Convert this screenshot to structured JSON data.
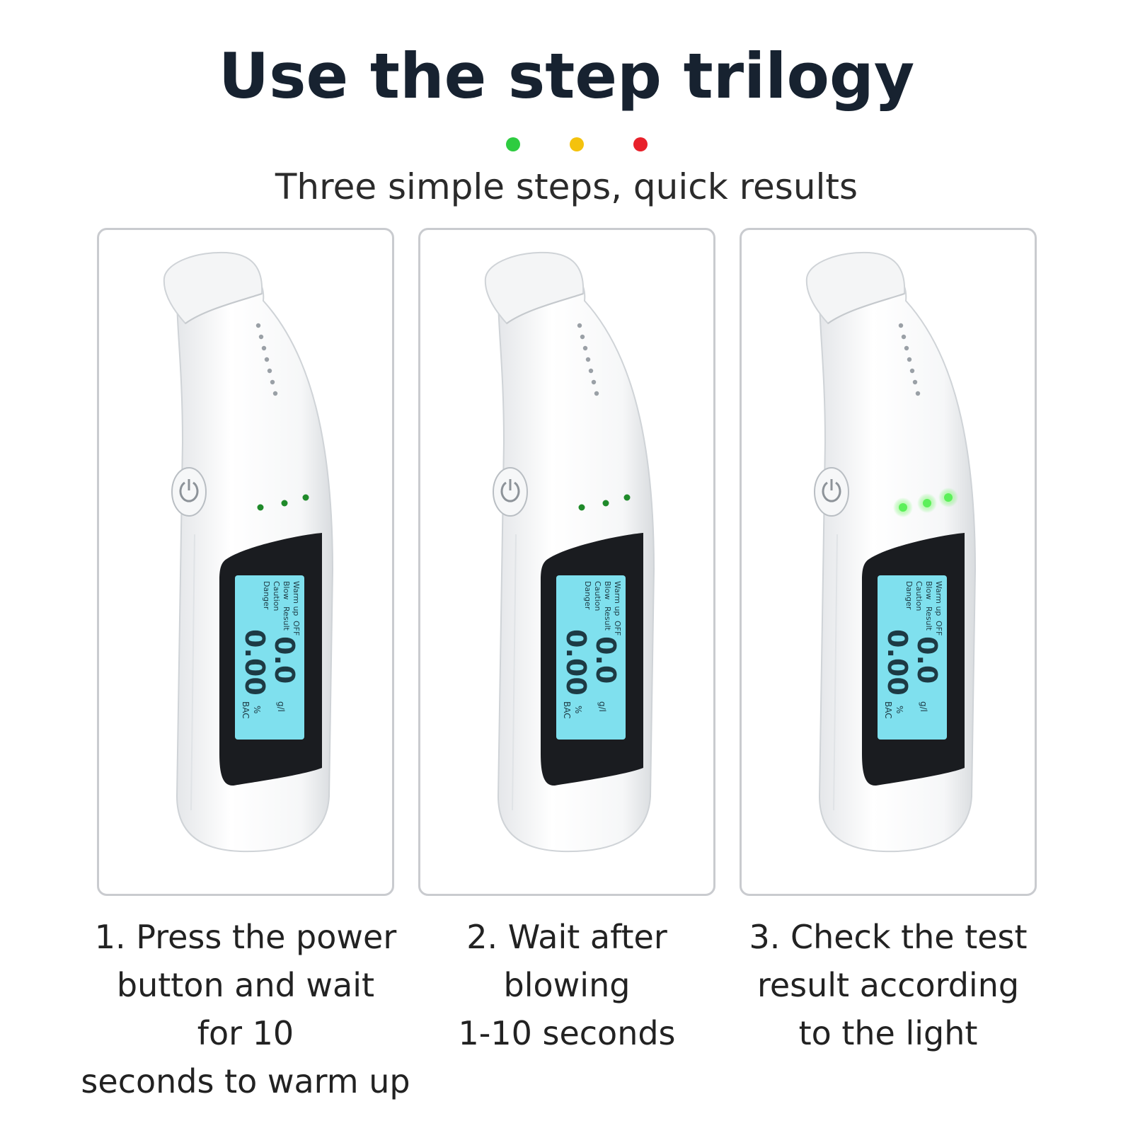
{
  "header": {
    "title": "Use the step trilogy",
    "subtitle": "Three simple steps, quick results",
    "indicator_colors": [
      "#2ecc40",
      "#f4c20d",
      "#e8202a"
    ]
  },
  "device_display": {
    "warm_up": "Warm up",
    "off": "OFF",
    "blow": "Blow",
    "result": "Result",
    "caution": "Caution",
    "danger": "Danger",
    "reading_gl": "0.0",
    "unit_gl": "g/l",
    "reading_bac": "0.00",
    "unit_percent": "%",
    "unit_bac": "BAC"
  },
  "steps": [
    {
      "lines": [
        "1. Press the power",
        "button and wait",
        "for 10",
        "seconds to warm up"
      ],
      "led_state": "dim"
    },
    {
      "lines": [
        "2. Wait after",
        "blowing",
        "1-10 seconds"
      ],
      "led_state": "dim"
    },
    {
      "lines": [
        "3. Check the test",
        "result according",
        "to the light"
      ],
      "led_state": "lit"
    }
  ],
  "colors": {
    "lcd_backlight": "#7fe0ee",
    "led_dim": "#1f8a2a",
    "led_lit": "#5cf05a"
  }
}
